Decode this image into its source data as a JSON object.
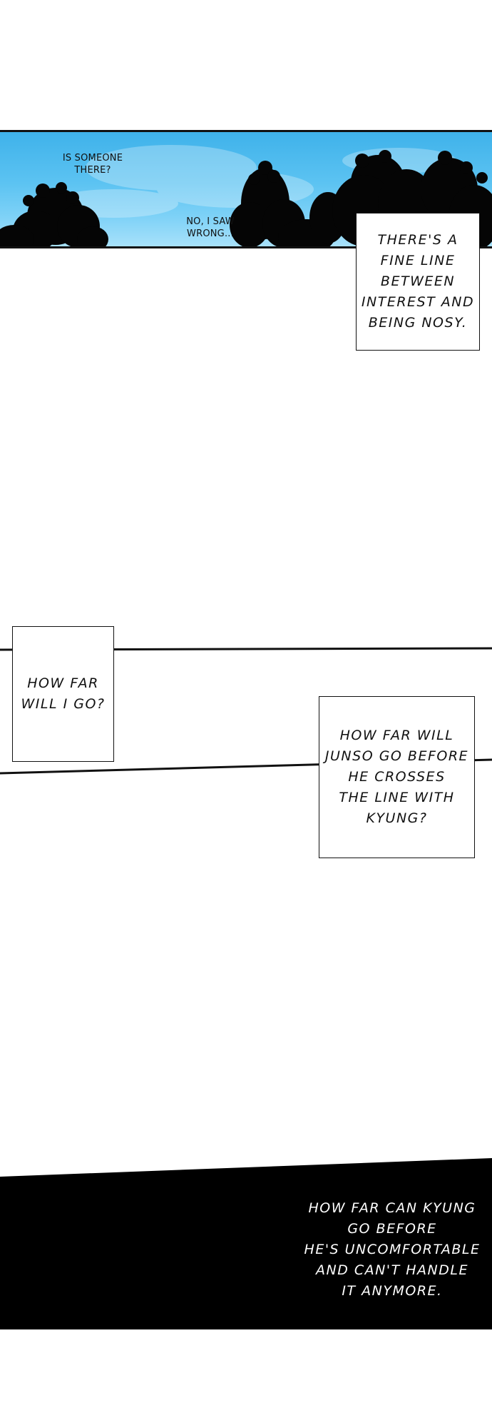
{
  "panel_1": {
    "speech_1": "IS SOMEONE\nTHERE?",
    "speech_2": "NO, I SAW\nWRONG...",
    "narration": "THERE'S A\nFINE LINE\nBETWEEN\nINTEREST AND\nBEING NOSY."
  },
  "panel_2": {
    "narration_left": "HOW FAR\nWILL I GO?",
    "narration_right": "HOW FAR WILL\nJUNSO GO BEFORE\nHE CROSSES\nTHE LINE WITH\nKYUNG?"
  },
  "panel_3": {
    "narration": "HOW FAR CAN KYUNG\nGO BEFORE\nHE'S UNCOMFORTABLE\nAND CAN'T HANDLE\nIT ANYMORE."
  },
  "colors": {
    "sky_top": "#3fb2ea",
    "sky_bottom": "#a7e1fa",
    "ink": "#111111",
    "dark_panel": "#000000"
  }
}
